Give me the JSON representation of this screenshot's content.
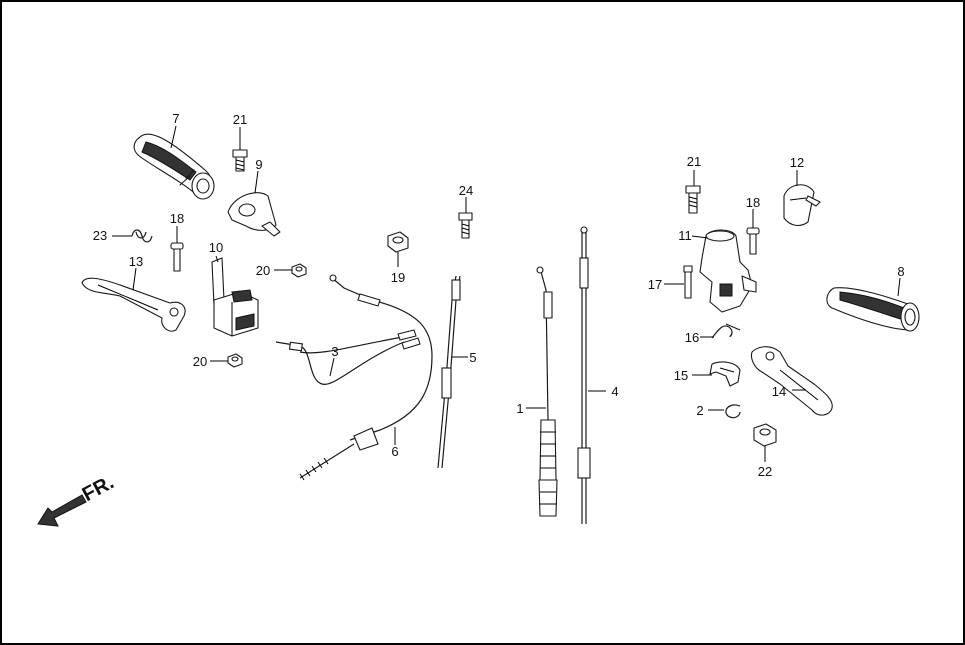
{
  "direction_label": "FR.",
  "callouts": {
    "c1": "1",
    "c2": "2",
    "c3": "3",
    "c4": "4",
    "c5": "5",
    "c6": "6",
    "c7": "7",
    "c8": "8",
    "c9": "9",
    "c10": "10",
    "c11": "11",
    "c12": "12",
    "c13": "13",
    "c14": "14",
    "c15": "15",
    "c16": "16",
    "c17": "17",
    "c18a": "18",
    "c18b": "18",
    "c19": "19",
    "c20a": "20",
    "c20b": "20",
    "c21a": "21",
    "c21b": "21",
    "c22": "22",
    "c23": "23",
    "c24": "24"
  },
  "colors": {
    "line": "#1a1a1a",
    "background": "#ffffff",
    "fill_dark": "#333333"
  }
}
